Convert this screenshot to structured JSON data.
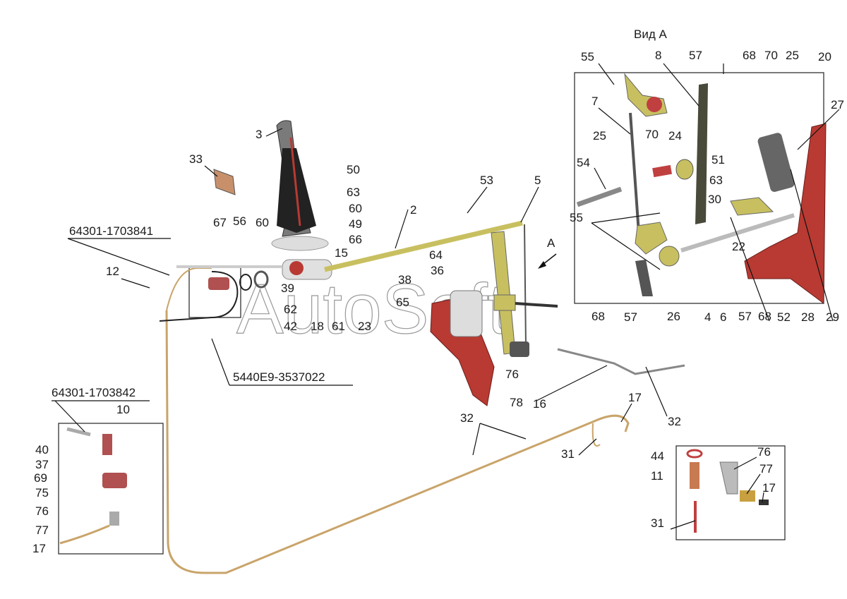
{
  "title": "Вид А",
  "arrow_label": "A",
  "watermark": "AutoSoft",
  "part_codes": {
    "top_left": "64301-1703841",
    "middle": "5440E9-3537022",
    "bottom_left": "64301-1703842"
  },
  "view_a_labels": [
    "55",
    "8",
    "57",
    "68",
    "70",
    "25",
    "20",
    "7",
    "27",
    "25",
    "70",
    "24",
    "54",
    "51",
    "63",
    "30",
    "55",
    "22",
    "68",
    "57",
    "26",
    "4",
    "6",
    "57",
    "68",
    "52",
    "28",
    "29"
  ],
  "main_labels": [
    "3",
    "33",
    "50",
    "63",
    "60",
    "49",
    "66",
    "15",
    "67",
    "56",
    "60",
    "53",
    "5",
    "2",
    "64",
    "36",
    "38",
    "65",
    "12",
    "39",
    "62",
    "42",
    "18",
    "61",
    "23",
    "76",
    "78",
    "16",
    "32",
    "17",
    "32",
    "31"
  ],
  "bottom_left_labels": [
    "10",
    "40",
    "37",
    "69",
    "75",
    "76",
    "77",
    "17"
  ],
  "bottom_right_labels": [
    "44",
    "76",
    "11",
    "77",
    "17",
    "31"
  ],
  "colors": {
    "lever": "#c8c060",
    "bracket": "#b83a32",
    "pipe": "#c9a46a",
    "dark": "#4a4a3a"
  }
}
